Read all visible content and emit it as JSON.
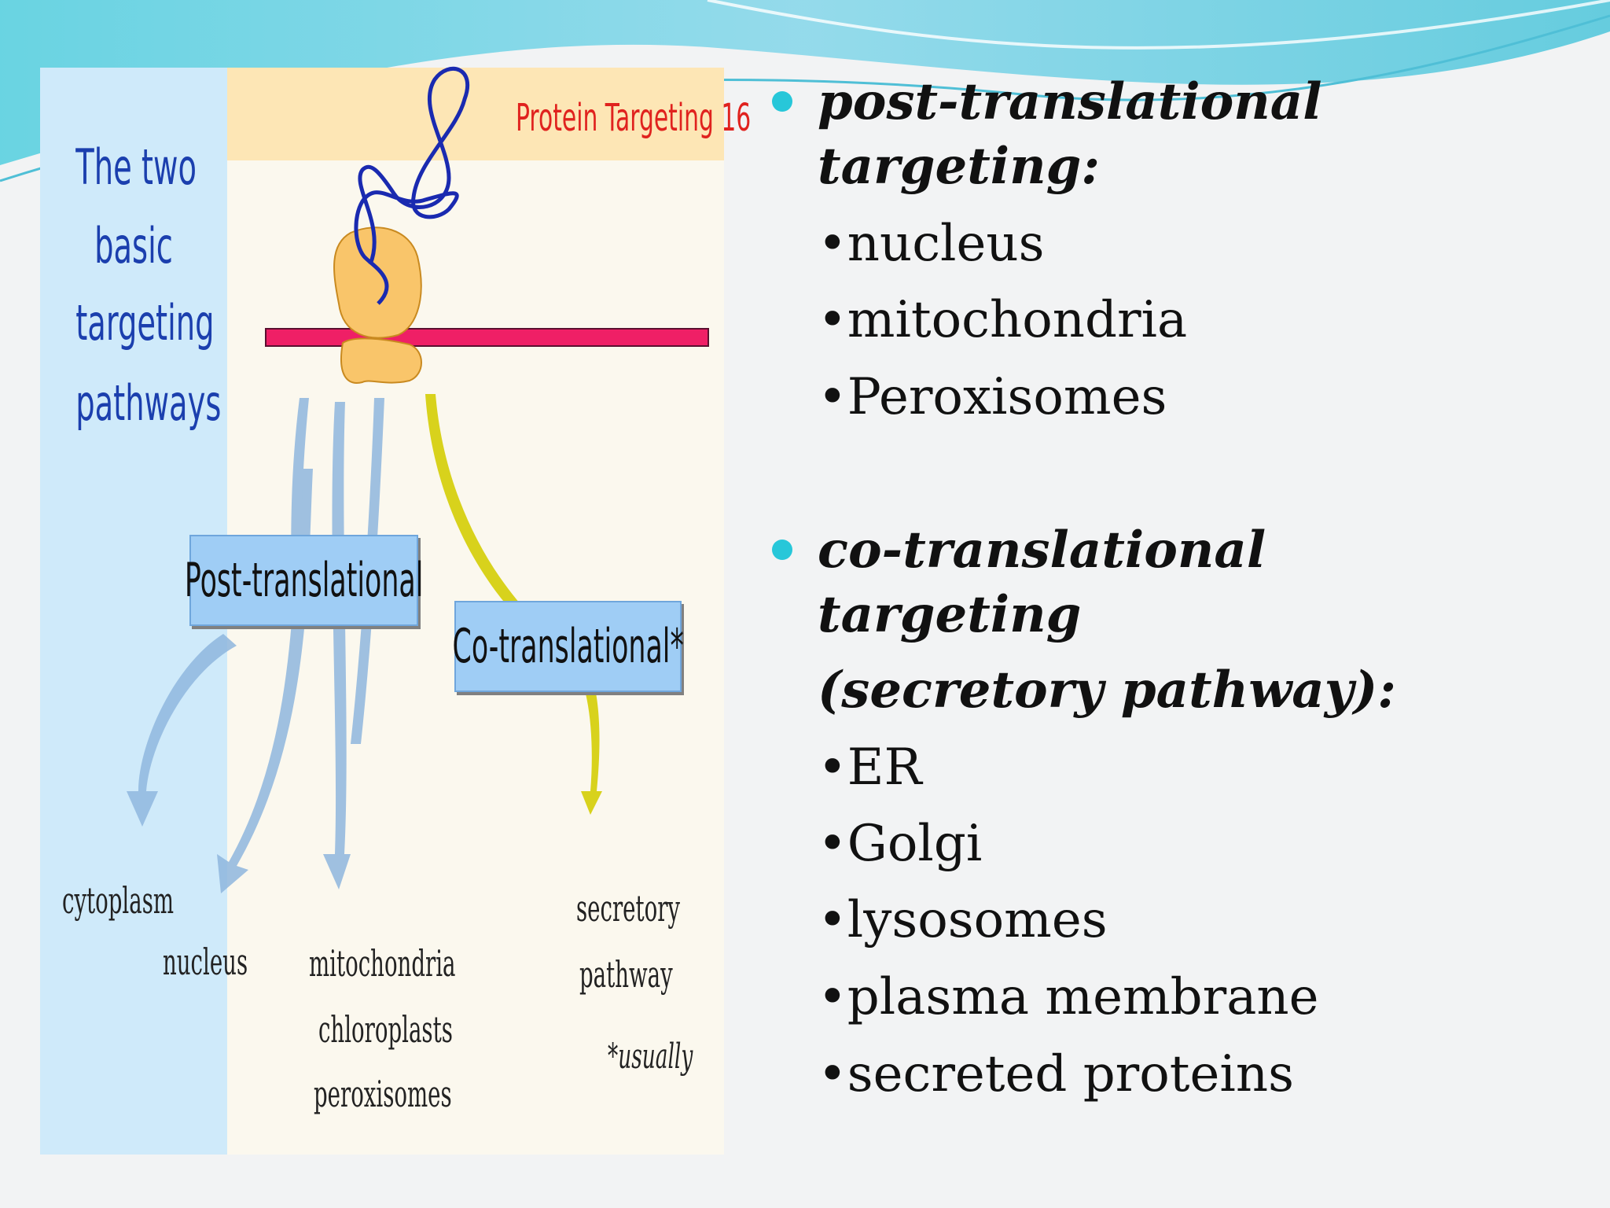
{
  "figure": {
    "header_label": "Protein Targeting 16",
    "side_title_lines": [
      "The two",
      "basic",
      "targeting",
      "pathways"
    ],
    "post_box_label": "Post-translational",
    "co_box_label": "Co-translational*",
    "destinations": {
      "cytoplasm": "cytoplasm",
      "nucleus": "nucleus",
      "mito": "mitochondria",
      "chloro": "chloroplasts",
      "perox": "peroxisomes",
      "secretory_1": "secretory",
      "secretory_2": "pathway",
      "footnote": "*usually"
    },
    "colors": {
      "side_panel": "#cfeafa",
      "top_band": "#fde6b5",
      "membrane": "#ef1f66",
      "ribosome": "#f9c56a",
      "post_arrows": "#8fb7de",
      "co_arrow": "#d8d21c",
      "box_fill": "#9fcdf5"
    }
  },
  "post": {
    "heading_lines": [
      "post-translational",
      "targeting:"
    ],
    "items": [
      "•nucleus",
      "•mitochondria",
      "•Peroxisomes"
    ]
  },
  "co": {
    "heading_lines": [
      "co-translational",
      "targeting"
    ],
    "subheading": "(secretory pathway):",
    "items": [
      "•ER",
      "•Golgi",
      "•lysosomes",
      "•plasma membrane",
      "•secreted proteins"
    ]
  },
  "bullet_color": "#27c7d9"
}
